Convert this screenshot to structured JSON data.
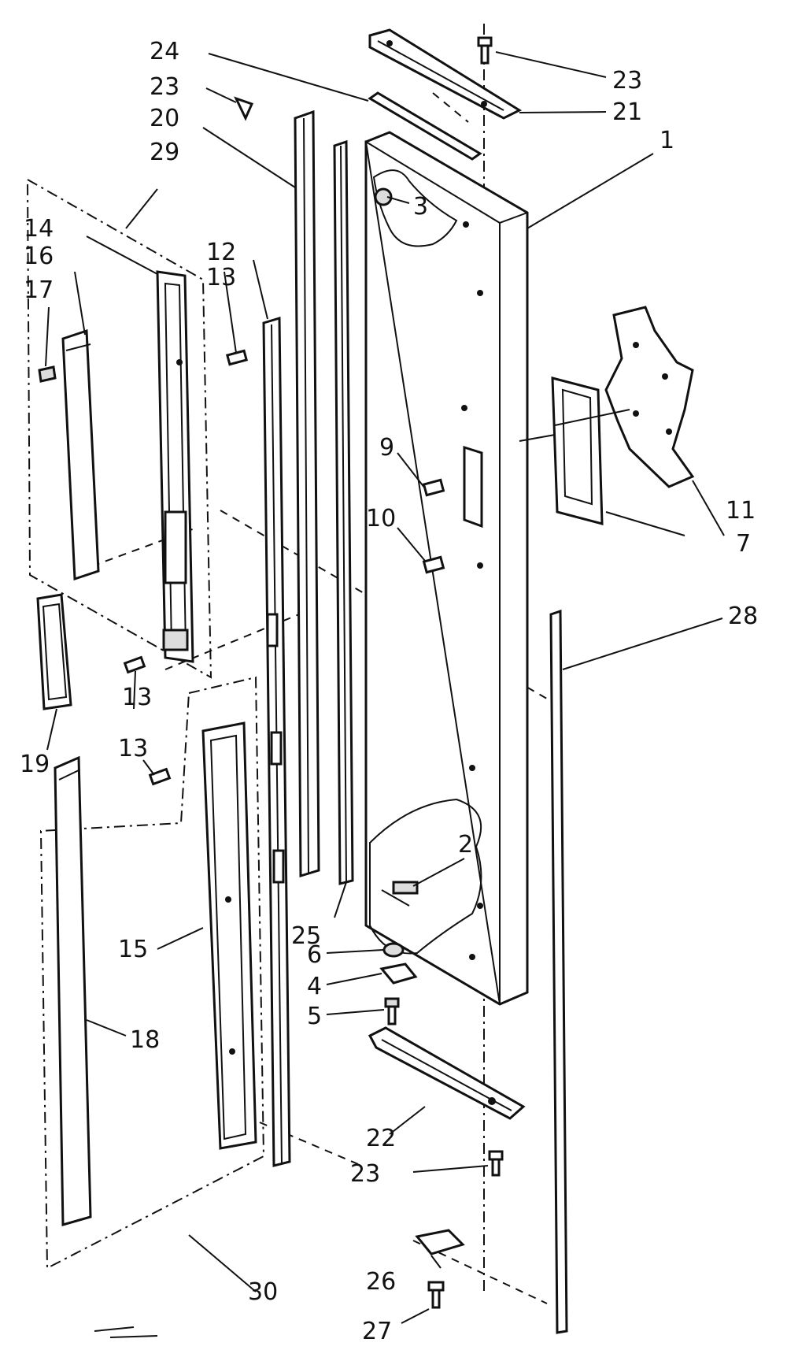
{
  "diagram": {
    "callouts": [
      {
        "id": "1",
        "text": "1"
      },
      {
        "id": "2",
        "text": "2"
      },
      {
        "id": "3",
        "text": "3"
      },
      {
        "id": "4",
        "text": "4"
      },
      {
        "id": "5",
        "text": "5"
      },
      {
        "id": "6",
        "text": "6"
      },
      {
        "id": "7",
        "text": "7"
      },
      {
        "id": "9",
        "text": "9"
      },
      {
        "id": "10",
        "text": "10"
      },
      {
        "id": "11",
        "text": "11"
      },
      {
        "id": "12",
        "text": "12"
      },
      {
        "id": "13a",
        "text": "13"
      },
      {
        "id": "13b",
        "text": "13"
      },
      {
        "id": "13c",
        "text": "13"
      },
      {
        "id": "14",
        "text": "14"
      },
      {
        "id": "15",
        "text": "15"
      },
      {
        "id": "16",
        "text": "16"
      },
      {
        "id": "17",
        "text": "17"
      },
      {
        "id": "18",
        "text": "18"
      },
      {
        "id": "19",
        "text": "19"
      },
      {
        "id": "20",
        "text": "20"
      },
      {
        "id": "21",
        "text": "21"
      },
      {
        "id": "22",
        "text": "22"
      },
      {
        "id": "23a",
        "text": "23"
      },
      {
        "id": "23b",
        "text": "23"
      },
      {
        "id": "23c",
        "text": "23"
      },
      {
        "id": "24",
        "text": "24"
      },
      {
        "id": "25",
        "text": "25"
      },
      {
        "id": "26",
        "text": "26"
      },
      {
        "id": "27",
        "text": "27"
      },
      {
        "id": "28",
        "text": "28"
      },
      {
        "id": "29",
        "text": "29"
      },
      {
        "id": "30",
        "text": "30"
      }
    ]
  }
}
